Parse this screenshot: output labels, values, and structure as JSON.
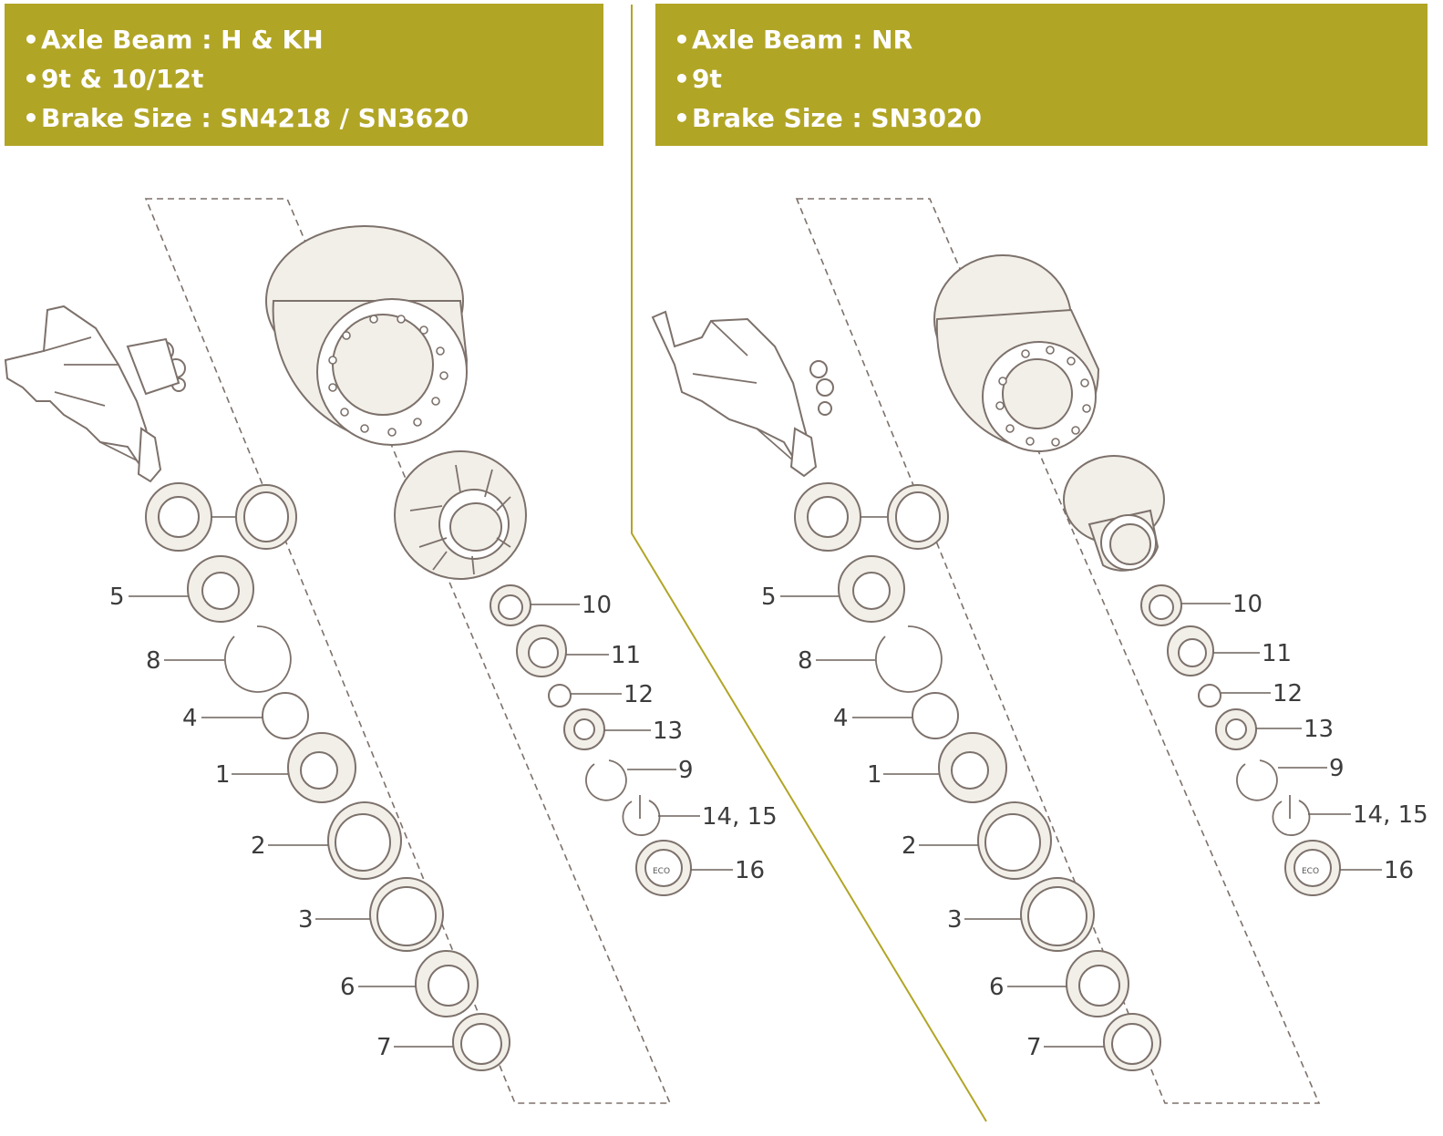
{
  "colors": {
    "banner": "#b1a526",
    "banner_text": "#ffffff",
    "line": "#7d716b",
    "divider": "#b1a526"
  },
  "left": {
    "banner": [
      "Axle Beam : H & KH",
      "9t & 10/12t",
      "Brake Size : SN4218 / SN3620"
    ],
    "labels": {
      "p5": "5",
      "p8": "8",
      "p4": "4",
      "p1": "1",
      "p2": "2",
      "p3": "3",
      "p6": "6",
      "p7": "7",
      "p10": "10",
      "p11": "11",
      "p12": "12",
      "p13": "13",
      "p9": "9",
      "p14": "14, 15",
      "p16": "16"
    }
  },
  "right": {
    "banner": [
      "Axle Beam : NR",
      "9t",
      "Brake Size : SN3020"
    ],
    "labels": {
      "p5": "5",
      "p8": "8",
      "p4": "4",
      "p1": "1",
      "p2": "2",
      "p3": "3",
      "p6": "6",
      "p7": "7",
      "p10": "10",
      "p11": "11",
      "p12": "12",
      "p13": "13",
      "p9": "9",
      "p14": "14, 15",
      "p16": "16"
    }
  },
  "cap_text": "ECO"
}
